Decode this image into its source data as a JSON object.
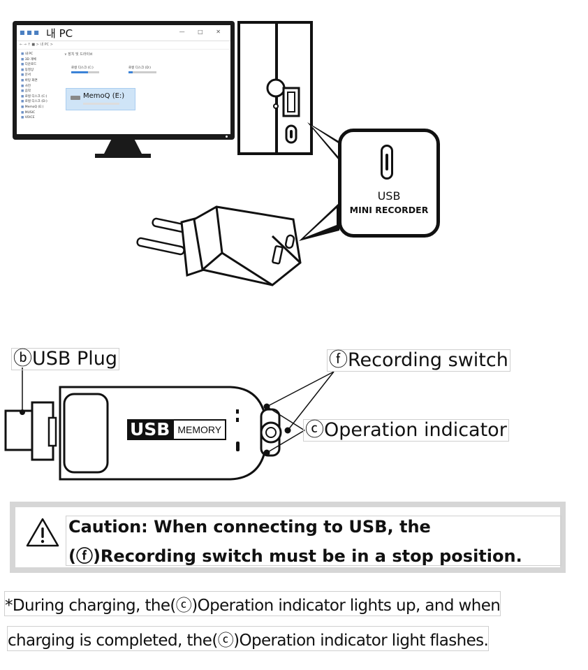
{
  "explorer": {
    "title": "내 PC",
    "title_icons": "■ ■ ■",
    "window_controls": "— □ ✕",
    "address": "← → ↑ ■ > 내 PC >",
    "section_label": "∨ 장치 및 드라이브",
    "sidebar_items": [
      "내 PC",
      "3D 개체",
      "다운로드",
      "동영상",
      "문서",
      "바탕 화면",
      "사진",
      "음악",
      "로컬 디스크 (C:)",
      "로컬 디스크 (D:)",
      "MemoQ (E:)",
      "MUSIC",
      "VOICE"
    ],
    "drive_c": "로컬 디스크 (C:)",
    "drive_d": "로컬 디스크 (D:)",
    "memoq_label": "MemoQ (E:)"
  },
  "callout": {
    "usb": "USB",
    "mini_recorder": "MINI RECORDER"
  },
  "device": {
    "badge_usb": "USB",
    "badge_memory": "MEMORY"
  },
  "labels": {
    "usb_plug": "ⓑUSB Plug",
    "recording_switch": "ⓕRecording switch",
    "operation_indicator": "ⓒOperation indicator"
  },
  "caution": {
    "icon": "warning-triangle",
    "line1": "Caution: When connecting to USB, the",
    "line2": "(ⓕ)Recording switch must be in a stop position."
  },
  "note": {
    "line1": "*During charging, the(ⓒ)Operation indicator lights up, and when",
    "line2": "charging is completed, the(ⓒ)Operation indicator light flashes."
  }
}
